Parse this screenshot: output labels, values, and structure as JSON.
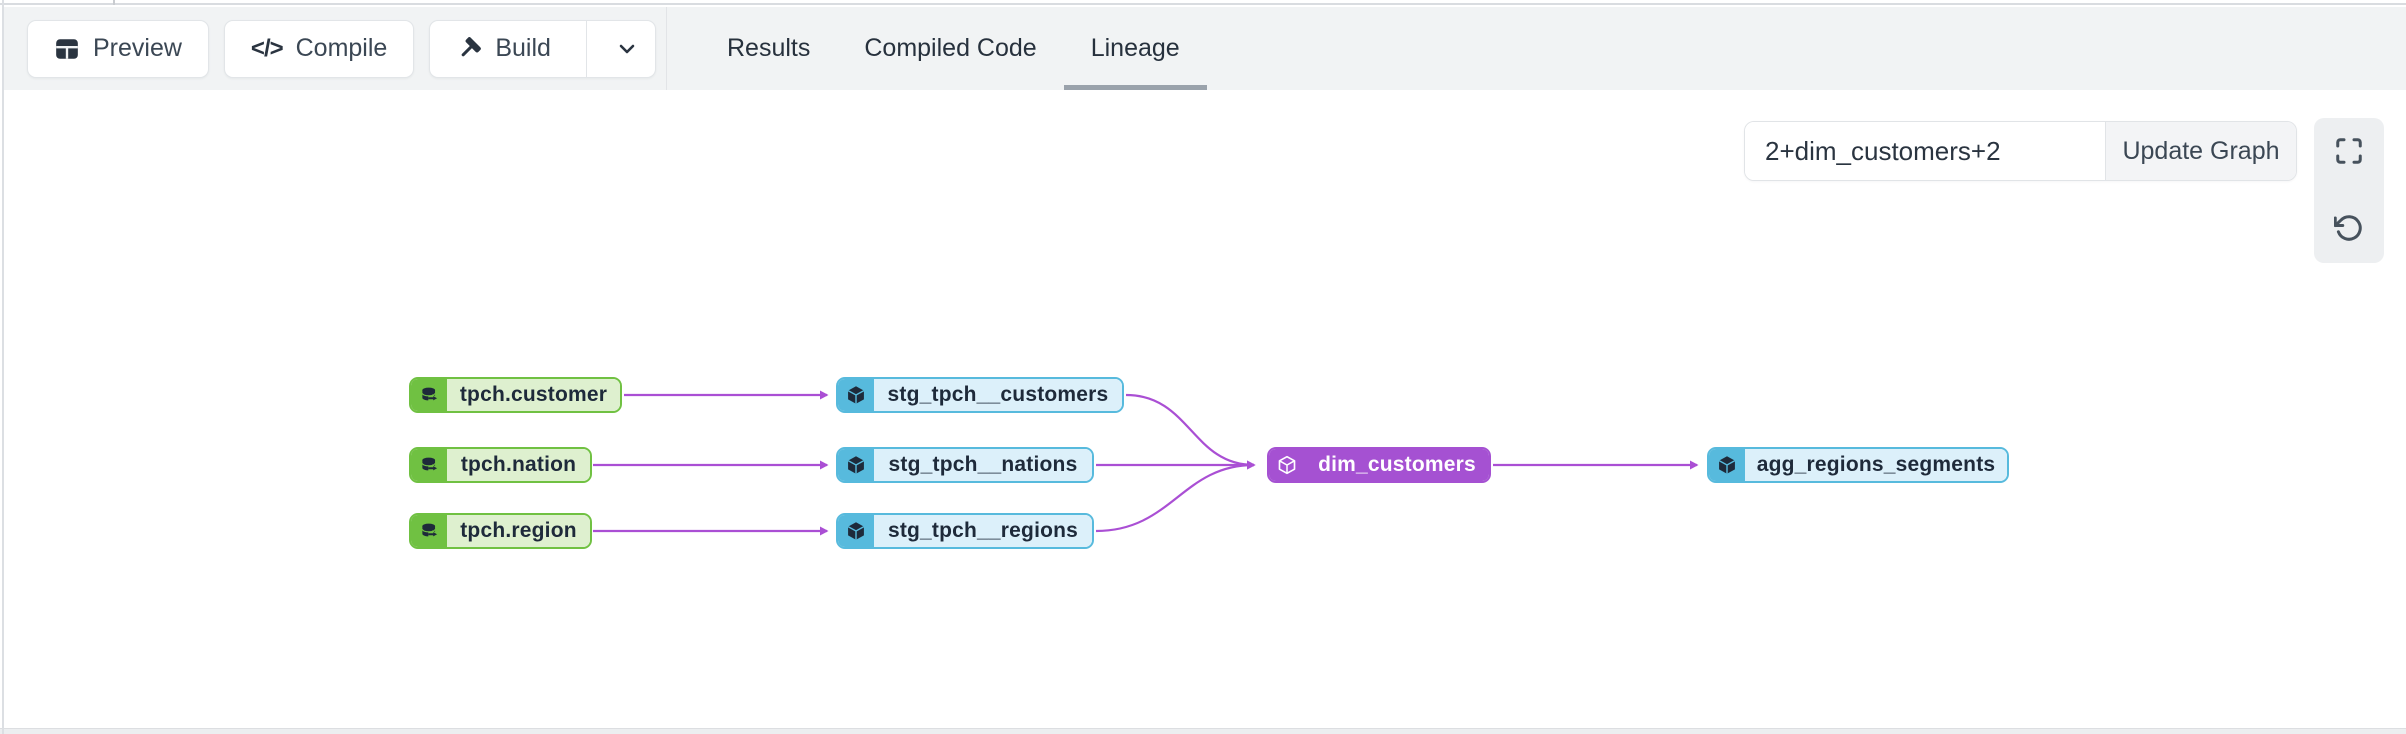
{
  "toolbar": {
    "preview_label": "Preview",
    "compile_label": "Compile",
    "build_label": "Build",
    "compile_glyph": "</>"
  },
  "tabs": [
    {
      "label": "Results",
      "active": false
    },
    {
      "label": "Compiled Code",
      "active": false
    },
    {
      "label": "Lineage",
      "active": true
    }
  ],
  "lineage": {
    "selector_value": "2+dim_customers+2",
    "update_button": "Update Graph",
    "view_icons": [
      "fullscreen-icon",
      "reset-view-icon"
    ],
    "nodes": [
      {
        "id": "tpch.customer",
        "label": "tpch.customer",
        "type": "source"
      },
      {
        "id": "tpch.nation",
        "label": "tpch.nation",
        "type": "source"
      },
      {
        "id": "tpch.region",
        "label": "tpch.region",
        "type": "source"
      },
      {
        "id": "stg_tpch__customers",
        "label": "stg_tpch__customers",
        "type": "model"
      },
      {
        "id": "stg_tpch__nations",
        "label": "stg_tpch__nations",
        "type": "model"
      },
      {
        "id": "stg_tpch__regions",
        "label": "stg_tpch__regions",
        "type": "model"
      },
      {
        "id": "dim_customers",
        "label": "dim_customers",
        "type": "model-selected"
      },
      {
        "id": "agg_regions_segments",
        "label": "agg_regions_segments",
        "type": "model"
      }
    ],
    "edges": [
      [
        "tpch.customer",
        "stg_tpch__customers"
      ],
      [
        "tpch.nation",
        "stg_tpch__nations"
      ],
      [
        "tpch.region",
        "stg_tpch__regions"
      ],
      [
        "stg_tpch__customers",
        "dim_customers"
      ],
      [
        "stg_tpch__nations",
        "dim_customers"
      ],
      [
        "stg_tpch__regions",
        "dim_customers"
      ],
      [
        "dim_customers",
        "agg_regions_segments"
      ]
    ]
  },
  "colors": {
    "toolbar_bg": "#f1f3f4",
    "source_green": "#70c142",
    "source_green_light": "#def0cf",
    "model_blue": "#57badd",
    "model_blue_light": "#dcf0fa",
    "selected_purple": "#a551d2",
    "edge_purple": "#aa4fd4",
    "icon_navy": "#1e2a3a",
    "active_tab_underline": "#9aa2ab"
  }
}
